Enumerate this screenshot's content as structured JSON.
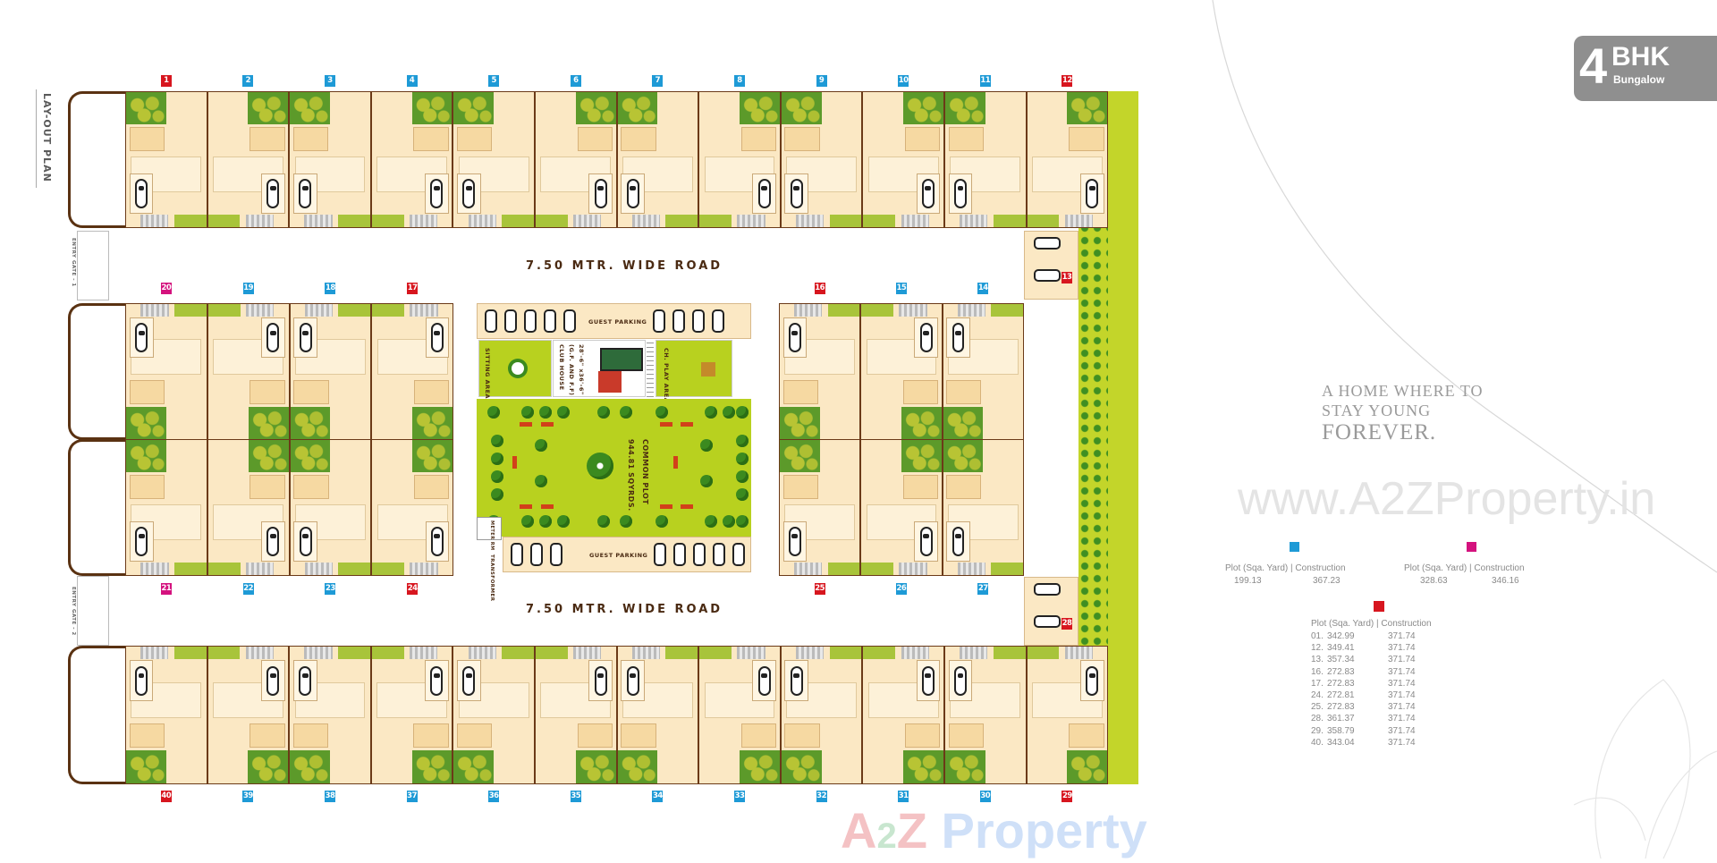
{
  "title": "LAY-OUT PLAN",
  "badge": {
    "number": "4",
    "type": "BHK",
    "subtitle": "Bungalow",
    "color": "#8f8f8f"
  },
  "tagline": {
    "line1": "A HOME WHERE TO",
    "line2": "STAY YOUNG",
    "line3": "FOREVER."
  },
  "roads": {
    "road1": "7.50 MTR. WIDE ROAD",
    "road2": "7.50 MTR. WIDE ROAD"
  },
  "gates": {
    "gate1": "ENTRY GATE - 1",
    "gate2": "ENTRY GATE - 2"
  },
  "amenities": {
    "guest_parking_top": "GUEST PARKING",
    "guest_parking_bottom": "GUEST PARKING",
    "sitting_area": "SITTING AREA",
    "club_house": "CLUB HOUSE",
    "club_house_floors": "(G.F. AND F.F)",
    "club_house_size": "28'-6\" x36'-6\"",
    "play_area": "CH. PLAY AREA",
    "common_plot": "COMMON PLOT",
    "common_plot_area": "944.81 SQYRDS.",
    "meter_room": "METER RM",
    "transformer": "TRANSFORMER"
  },
  "colors": {
    "red": "#d7161f",
    "blue": "#1e9ad6",
    "magenta": "#d4127e",
    "wall": "#6b3a18",
    "garden": "#5c9a2a",
    "lawn": "#b8d11f"
  },
  "plots": {
    "top_row": [
      {
        "no": "1",
        "type": "red"
      },
      {
        "no": "2",
        "type": "blue"
      },
      {
        "no": "3",
        "type": "blue"
      },
      {
        "no": "4",
        "type": "blue"
      },
      {
        "no": "5",
        "type": "blue"
      },
      {
        "no": "6",
        "type": "blue"
      },
      {
        "no": "7",
        "type": "blue"
      },
      {
        "no": "8",
        "type": "blue"
      },
      {
        "no": "9",
        "type": "blue"
      },
      {
        "no": "10",
        "type": "blue"
      },
      {
        "no": "11",
        "type": "blue"
      },
      {
        "no": "12",
        "type": "red"
      }
    ],
    "middle_left_upper": [
      {
        "no": "20",
        "type": "magenta"
      },
      {
        "no": "19",
        "type": "blue"
      },
      {
        "no": "18",
        "type": "blue"
      },
      {
        "no": "17",
        "type": "red"
      }
    ],
    "middle_left_lower": [
      {
        "no": "21",
        "type": "magenta"
      },
      {
        "no": "22",
        "type": "blue"
      },
      {
        "no": "23",
        "type": "blue"
      },
      {
        "no": "24",
        "type": "red"
      }
    ],
    "middle_right_upper": [
      {
        "no": "16",
        "type": "red"
      },
      {
        "no": "15",
        "type": "blue"
      },
      {
        "no": "14",
        "type": "blue"
      }
    ],
    "middle_right_lower": [
      {
        "no": "25",
        "type": "red"
      },
      {
        "no": "26",
        "type": "blue"
      },
      {
        "no": "27",
        "type": "blue"
      }
    ],
    "end_upper": {
      "no": "13",
      "type": "red"
    },
    "end_lower": {
      "no": "28",
      "type": "red"
    },
    "bottom_row": [
      {
        "no": "40",
        "type": "red"
      },
      {
        "no": "39",
        "type": "blue"
      },
      {
        "no": "38",
        "type": "blue"
      },
      {
        "no": "37",
        "type": "blue"
      },
      {
        "no": "36",
        "type": "blue"
      },
      {
        "no": "35",
        "type": "blue"
      },
      {
        "no": "34",
        "type": "blue"
      },
      {
        "no": "33",
        "type": "blue"
      },
      {
        "no": "32",
        "type": "blue"
      },
      {
        "no": "31",
        "type": "blue"
      },
      {
        "no": "30",
        "type": "blue"
      },
      {
        "no": "29",
        "type": "red"
      }
    ]
  },
  "area_table": {
    "header_plot": "Plot (Sqa. Yard)",
    "header_sep": "|",
    "header_construction": "Construction",
    "blue": {
      "plot": "199.13",
      "construction": "367.23"
    },
    "magenta": {
      "plot": "328.63",
      "construction": "346.16"
    },
    "red_rows": [
      {
        "no": "01.",
        "plot": "342.99",
        "construction": "371.74"
      },
      {
        "no": "12.",
        "plot": "349.41",
        "construction": "371.74"
      },
      {
        "no": "13.",
        "plot": "357.34",
        "construction": "371.74"
      },
      {
        "no": "16.",
        "plot": "272.83",
        "construction": "371.74"
      },
      {
        "no": "17.",
        "plot": "272.83",
        "construction": "371.74"
      },
      {
        "no": "24.",
        "plot": "272.81",
        "construction": "371.74"
      },
      {
        "no": "25.",
        "plot": "272.83",
        "construction": "371.74"
      },
      {
        "no": "28.",
        "plot": "361.37",
        "construction": "371.74"
      },
      {
        "no": "29.",
        "plot": "358.79",
        "construction": "371.74"
      },
      {
        "no": "40.",
        "plot": "343.04",
        "construction": "371.74"
      }
    ]
  },
  "watermark": {
    "url": "www.A2ZProperty.in",
    "logo_a": "A",
    "logo_2": "2",
    "logo_z": "Z",
    "logo_property": "Property"
  }
}
